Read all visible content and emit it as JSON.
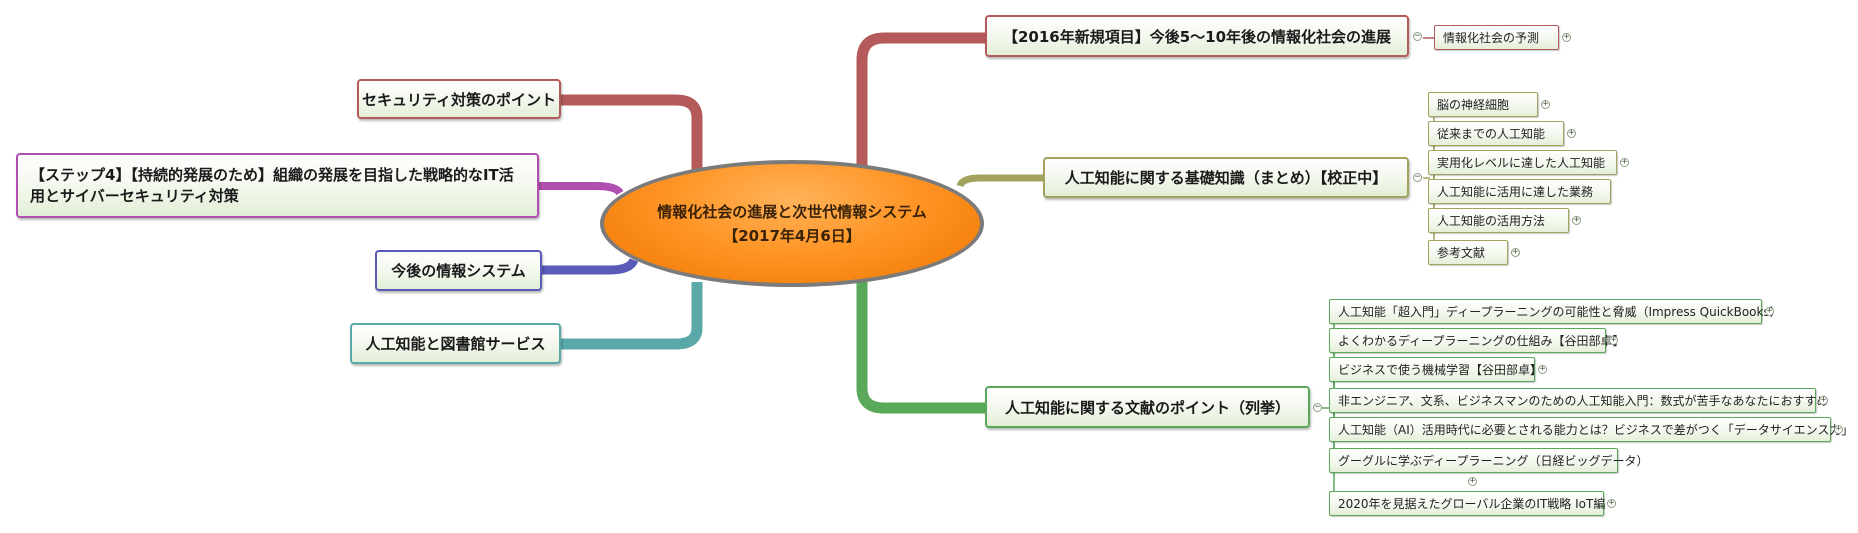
{
  "central": {
    "line1": "情報化社会の進展と次世代情報システム",
    "line2": "【2017年4月6日】"
  },
  "right_topics": [
    {
      "label": "【2016年新規項目】今後5〜10年後の情報化社会の進展",
      "color": "#b45a5a",
      "collapse": "−",
      "children": [
        {
          "label": "情報化社会の予測",
          "expand": "+"
        }
      ]
    },
    {
      "label": "人工知能に関する基礎知識（まとめ）【校正中】",
      "color": "#a3a35e",
      "collapse": "−",
      "children": [
        {
          "label": "脳の神経細胞",
          "expand": "+"
        },
        {
          "label": "従来までの人工知能",
          "expand": "+"
        },
        {
          "label": "実用化レベルに達した人工知能",
          "expand": "+"
        },
        {
          "label": "人工知能に活用に達した業務",
          "expand": ""
        },
        {
          "label": "人工知能の活用方法",
          "expand": "+"
        },
        {
          "label": "参考文献",
          "expand": "+"
        }
      ]
    },
    {
      "label": "人工知能に関する文献のポイント（列挙）",
      "color": "#5aa85a",
      "collapse": "−",
      "children": [
        {
          "label": "人工知能「超入門」ディープラーニングの可能性と脅威（Impress QuickBooks）",
          "expand": "+"
        },
        {
          "label": "よくわかるディープラーニングの仕組み【谷田部卓】",
          "expand": "+"
        },
        {
          "label": "ビジネスで使う機械学習【谷田部卓】",
          "expand": "+"
        },
        {
          "label": "非エンジニア、文系、ビジネスマンのための人工知能入門：数式が苦手なあなたにおすすめ",
          "expand": "+"
        },
        {
          "label": "人工知能（AI）活用時代に必要とされる能力とは？ビジネスで差がつく「データサイエンス力」",
          "expand": "+"
        },
        {
          "label": "グーグルに学ぶディープラーニング（日経ビッグデータ）",
          "expand": "+"
        },
        {
          "label": "2020年を見据えたグローバル企業のIT戦略 IoT編",
          "expand": "+"
        }
      ]
    }
  ],
  "left_topics": [
    {
      "label": "セキュリティ対策のポイント",
      "color": "#b45a5a"
    },
    {
      "label": "【ステップ4】【持続的発展のため】組織の発展を目指した戦略的なIT活用とサイバーセキュリティ対策",
      "color": "#b04fb0"
    },
    {
      "label": "今後の情報システム",
      "color": "#5a5ab8"
    },
    {
      "label": "人工知能と図書館サービス",
      "color": "#5aa8a8"
    }
  ]
}
